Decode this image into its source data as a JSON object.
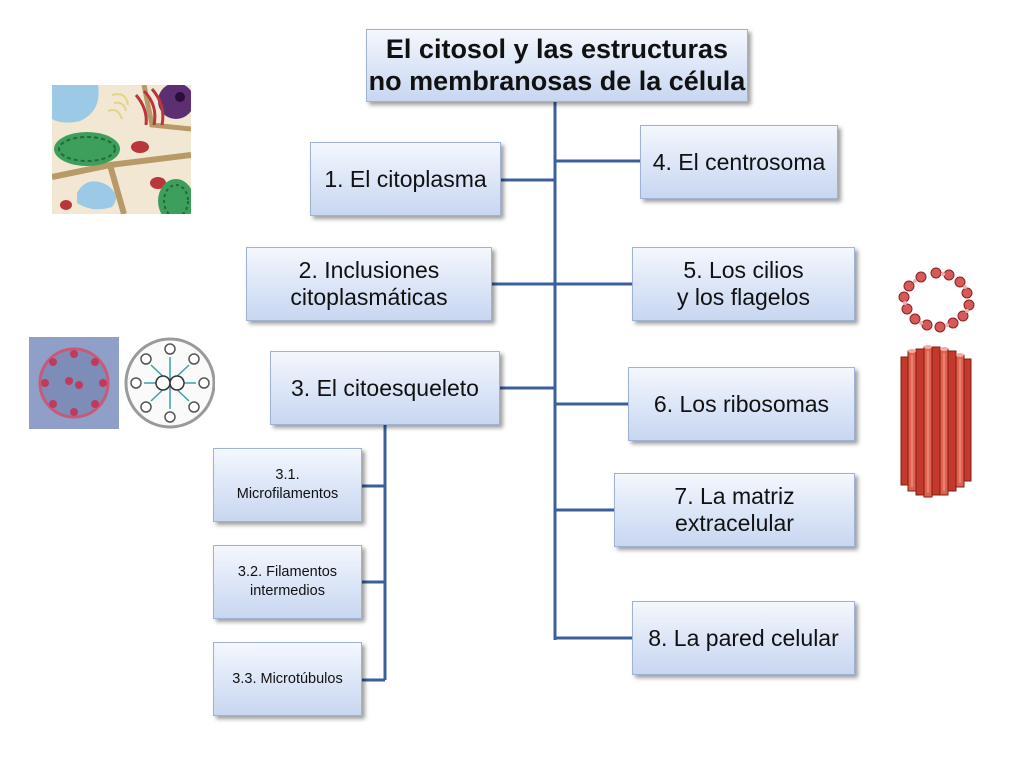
{
  "diagram": {
    "title": "El citosol y las estructuras\nno membranosas de la célula",
    "left_nodes": {
      "n1": "1. El citoplasma",
      "n2": "2. Inclusiones\ncitoplasmáticas",
      "n3": "3. El citoesqueleto"
    },
    "sub_nodes": {
      "s1": "3.1.\nMicrofilamentos",
      "s2": "3.2. Filamentos\nintermedios",
      "s3": "3.3. Microtúbulos"
    },
    "right_nodes": {
      "n4": "4. El centrosoma",
      "n5": "5. Los cilios\ny los flagelos",
      "n6": "6. Los ribosomas",
      "n7": "7. La matriz\nextracelular",
      "n8": "8. La pared celular"
    }
  },
  "colors": {
    "connector": "#3a5f9c",
    "box_border": "#9fb2d6",
    "microtubule": "#cc3d2e",
    "tubulin_ring": "#c0392b"
  },
  "images": {
    "cell": "cell-illustration",
    "axoneme": "axoneme-cross-section",
    "microtubule": "microtubule-model"
  }
}
